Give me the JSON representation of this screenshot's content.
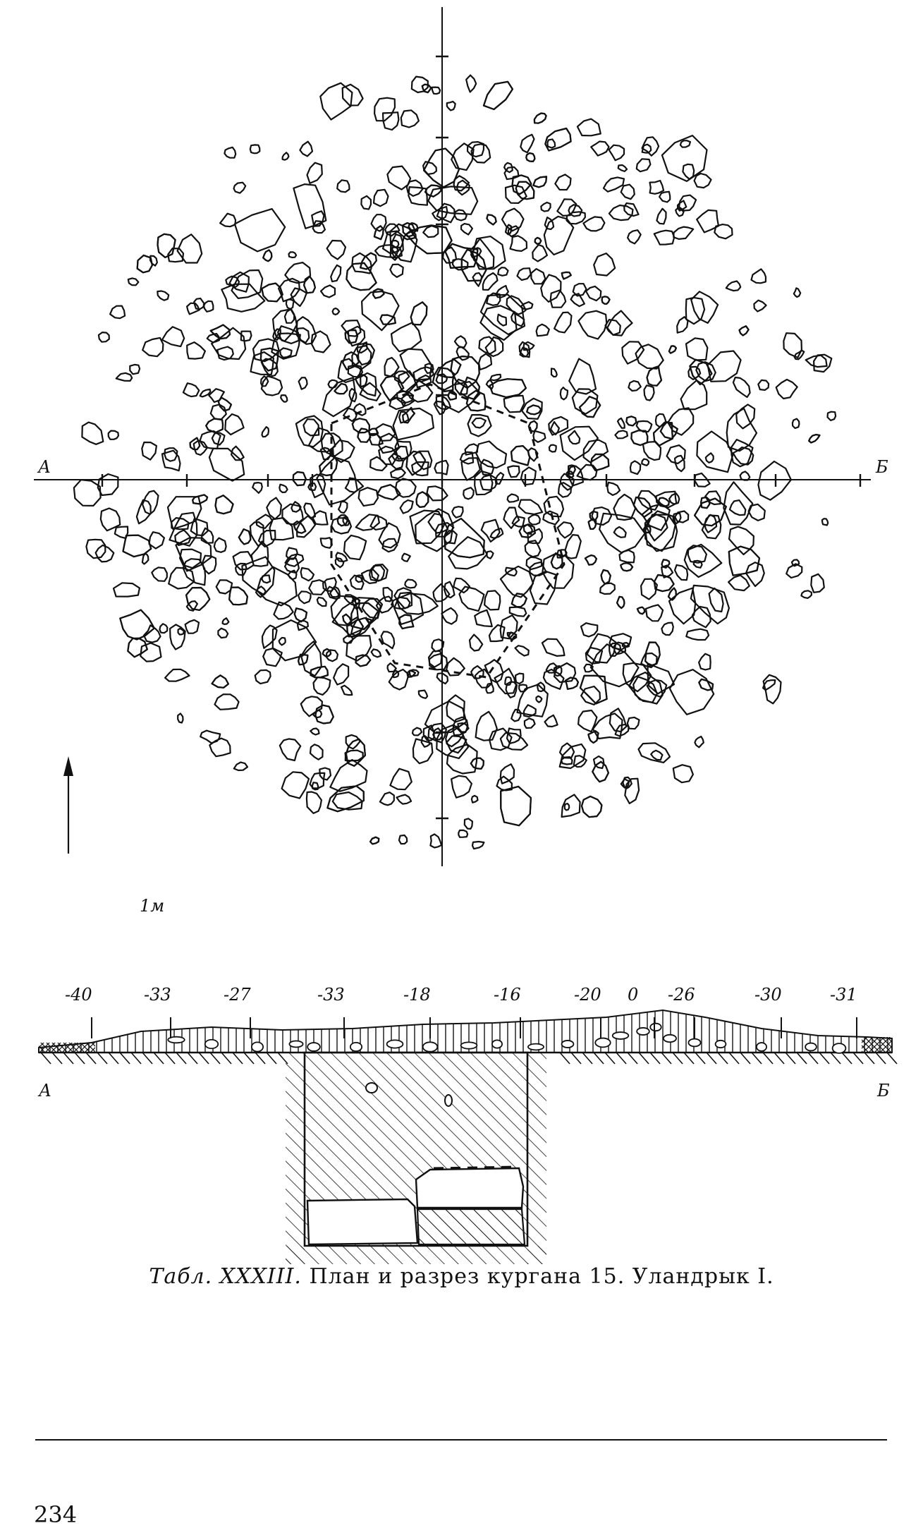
{
  "plan": {
    "axis_left_label": "А",
    "axis_right_label": "Б",
    "scale_label": "1м"
  },
  "section": {
    "left_label": "А",
    "right_label": "Б",
    "elevations": [
      "-40",
      "-33",
      "-27",
      "-33",
      "-18",
      "-16",
      "-20",
      "0",
      "-26",
      "-30",
      "-31"
    ]
  },
  "caption": {
    "prefix": "Табл. XXXIII.",
    "text": "План и разрез кургана 15. Уландрык I."
  },
  "page_number": "234"
}
